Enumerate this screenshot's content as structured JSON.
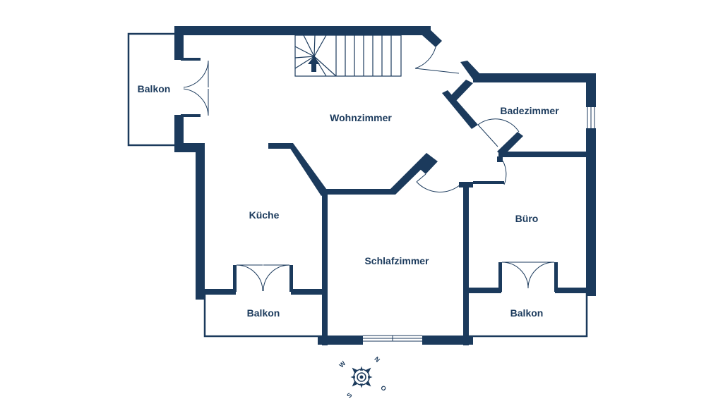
{
  "colors": {
    "wall": "#1b3a5c",
    "background": "#ffffff"
  },
  "rooms": {
    "balkon_west": "Balkon",
    "wohnzimmer": "Wohnzimmer",
    "badezimmer": "Badezimmer",
    "kueche": "Küche",
    "schlafzimmer": "Schlafzimmer",
    "buero": "Büro",
    "balkon_kueche": "Balkon",
    "balkon_buero": "Balkon"
  },
  "compass": {
    "n": "N",
    "o": "O",
    "s": "S",
    "w": "W"
  },
  "icons": {
    "stair_direction": "arrow-up-icon",
    "compass": "compass-icon"
  }
}
